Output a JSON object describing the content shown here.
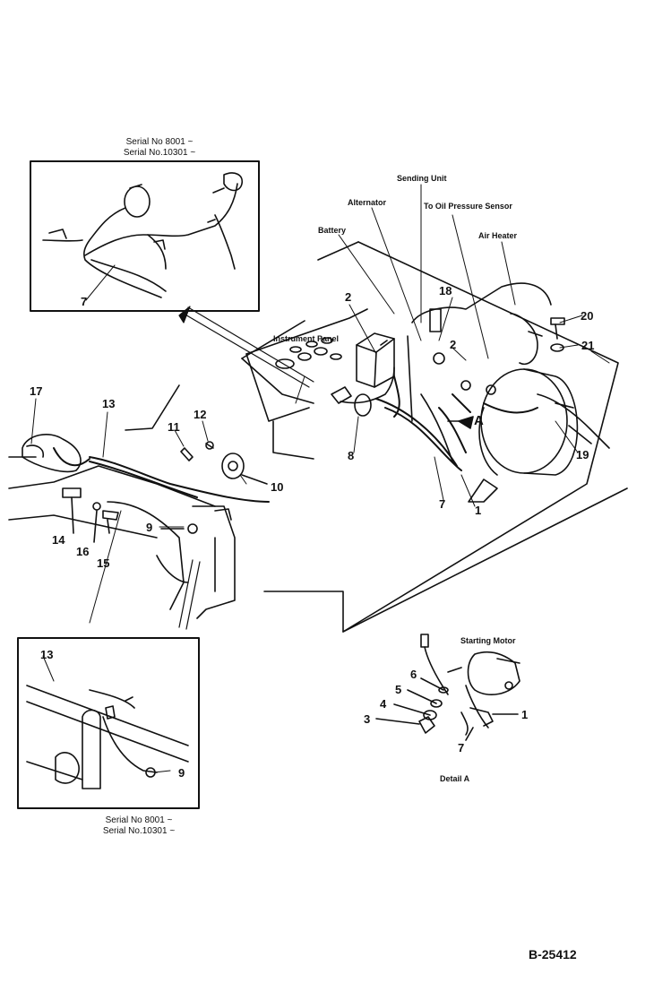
{
  "serials": {
    "top_line1": "Serial No 8001 ~",
    "top_line2": "Serial No.10301 ~",
    "bottom_line1": "Serial No 8001 ~",
    "bottom_line2": "Serial No.10301 ~"
  },
  "callouts": {
    "sending_unit": "Sending Unit",
    "alternator": "Alternator",
    "oil_pressure": "To Oil Pressure Sensor",
    "battery": "Battery",
    "air_heater": "Air Heater",
    "instrument_panel": "Instrument Panel",
    "starting_motor": "Starting Motor",
    "detail_a": "Detail A",
    "view_a": "A"
  },
  "part_numbers": {
    "n1": "1",
    "n2": "2",
    "n3": "3",
    "n4": "4",
    "n5": "5",
    "n6": "6",
    "n7": "7",
    "n8": "8",
    "n9": "9",
    "n10": "10",
    "n11": "11",
    "n12": "12",
    "n13": "13",
    "n14": "14",
    "n15": "15",
    "n16": "16",
    "n17": "17",
    "n18": "18",
    "n19": "19",
    "n20": "20",
    "n21": "21"
  },
  "drawing_number": "B-25412",
  "colors": {
    "ink": "#111111",
    "paper": "#ffffff"
  }
}
